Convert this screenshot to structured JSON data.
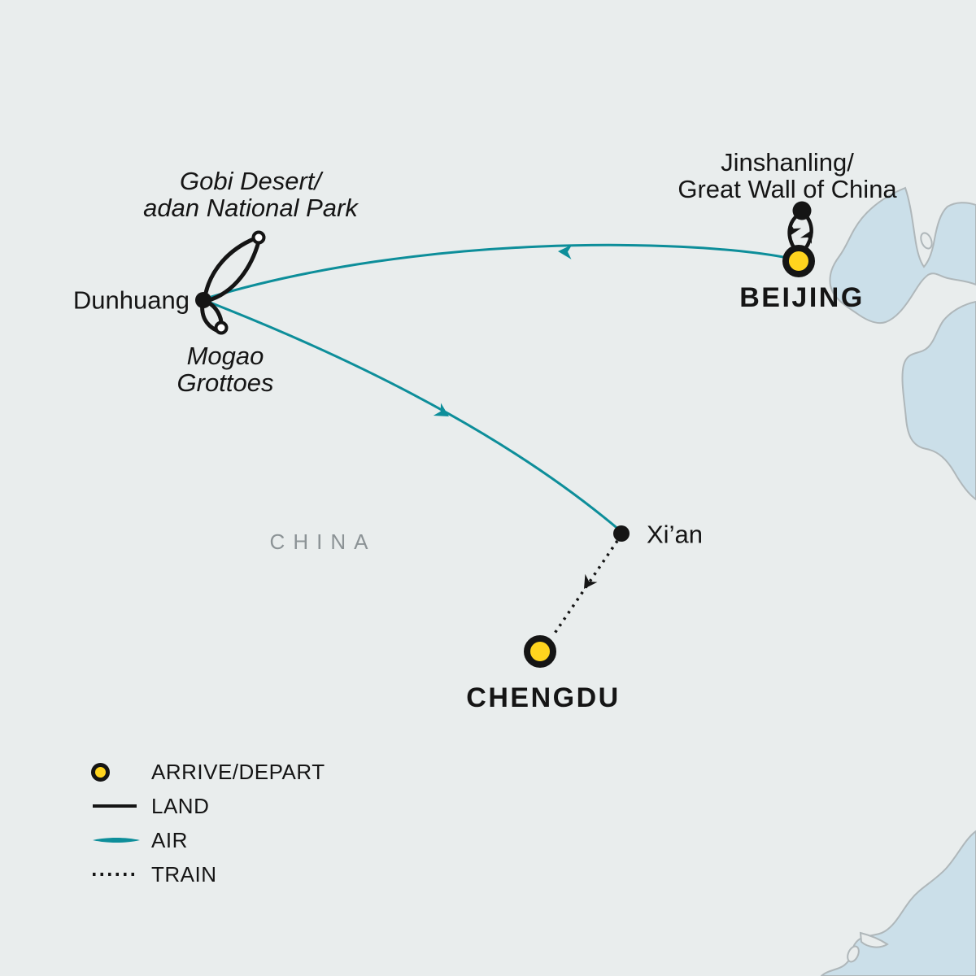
{
  "region_label": "CHINA",
  "locations": {
    "beijing": {
      "name": "BEIJING",
      "marker": "arrive-depart"
    },
    "chengdu": {
      "name": "CHENGDU",
      "marker": "arrive-depart"
    },
    "dunhuang": {
      "name": "Dunhuang",
      "marker": "stop"
    },
    "xian": {
      "name": "Xi’an",
      "marker": "stop"
    },
    "jinshanling": {
      "line1": "Jinshanling/",
      "line2": "Great Wall of China",
      "marker": "stop"
    },
    "gobi": {
      "line1": "Gobi Desert/",
      "line2": "adan National Park",
      "marker": "excursion"
    },
    "mogao": {
      "line1": "Mogao",
      "line2": "Grottoes",
      "marker": "excursion"
    }
  },
  "routes": [
    {
      "from": "Beijing",
      "to": "Dunhuang",
      "mode": "air"
    },
    {
      "from": "Dunhuang",
      "to": "Gobi Desert/adan National Park",
      "mode": "land"
    },
    {
      "from": "Dunhuang",
      "to": "Mogao Grottoes",
      "mode": "land"
    },
    {
      "from": "Beijing",
      "to": "Jinshanling/Great Wall of China",
      "mode": "land"
    },
    {
      "from": "Dunhuang",
      "to": "Xi’an",
      "mode": "air"
    },
    {
      "from": "Xi’an",
      "to": "Chengdu",
      "mode": "train"
    }
  ],
  "legend": {
    "arrive_depart": "ARRIVE/DEPART",
    "land": "LAND",
    "air": "AIR",
    "train": "TRAIN"
  },
  "colors": {
    "air_teal": "#0D8E9A",
    "marker_yellow": "#FFD41E",
    "route_black": "#151515",
    "land_fill": "#E9EDED",
    "sea_fill": "#CBDFE9",
    "coast_stroke": "#AFB7BA",
    "region_gray": "#8C9396"
  }
}
